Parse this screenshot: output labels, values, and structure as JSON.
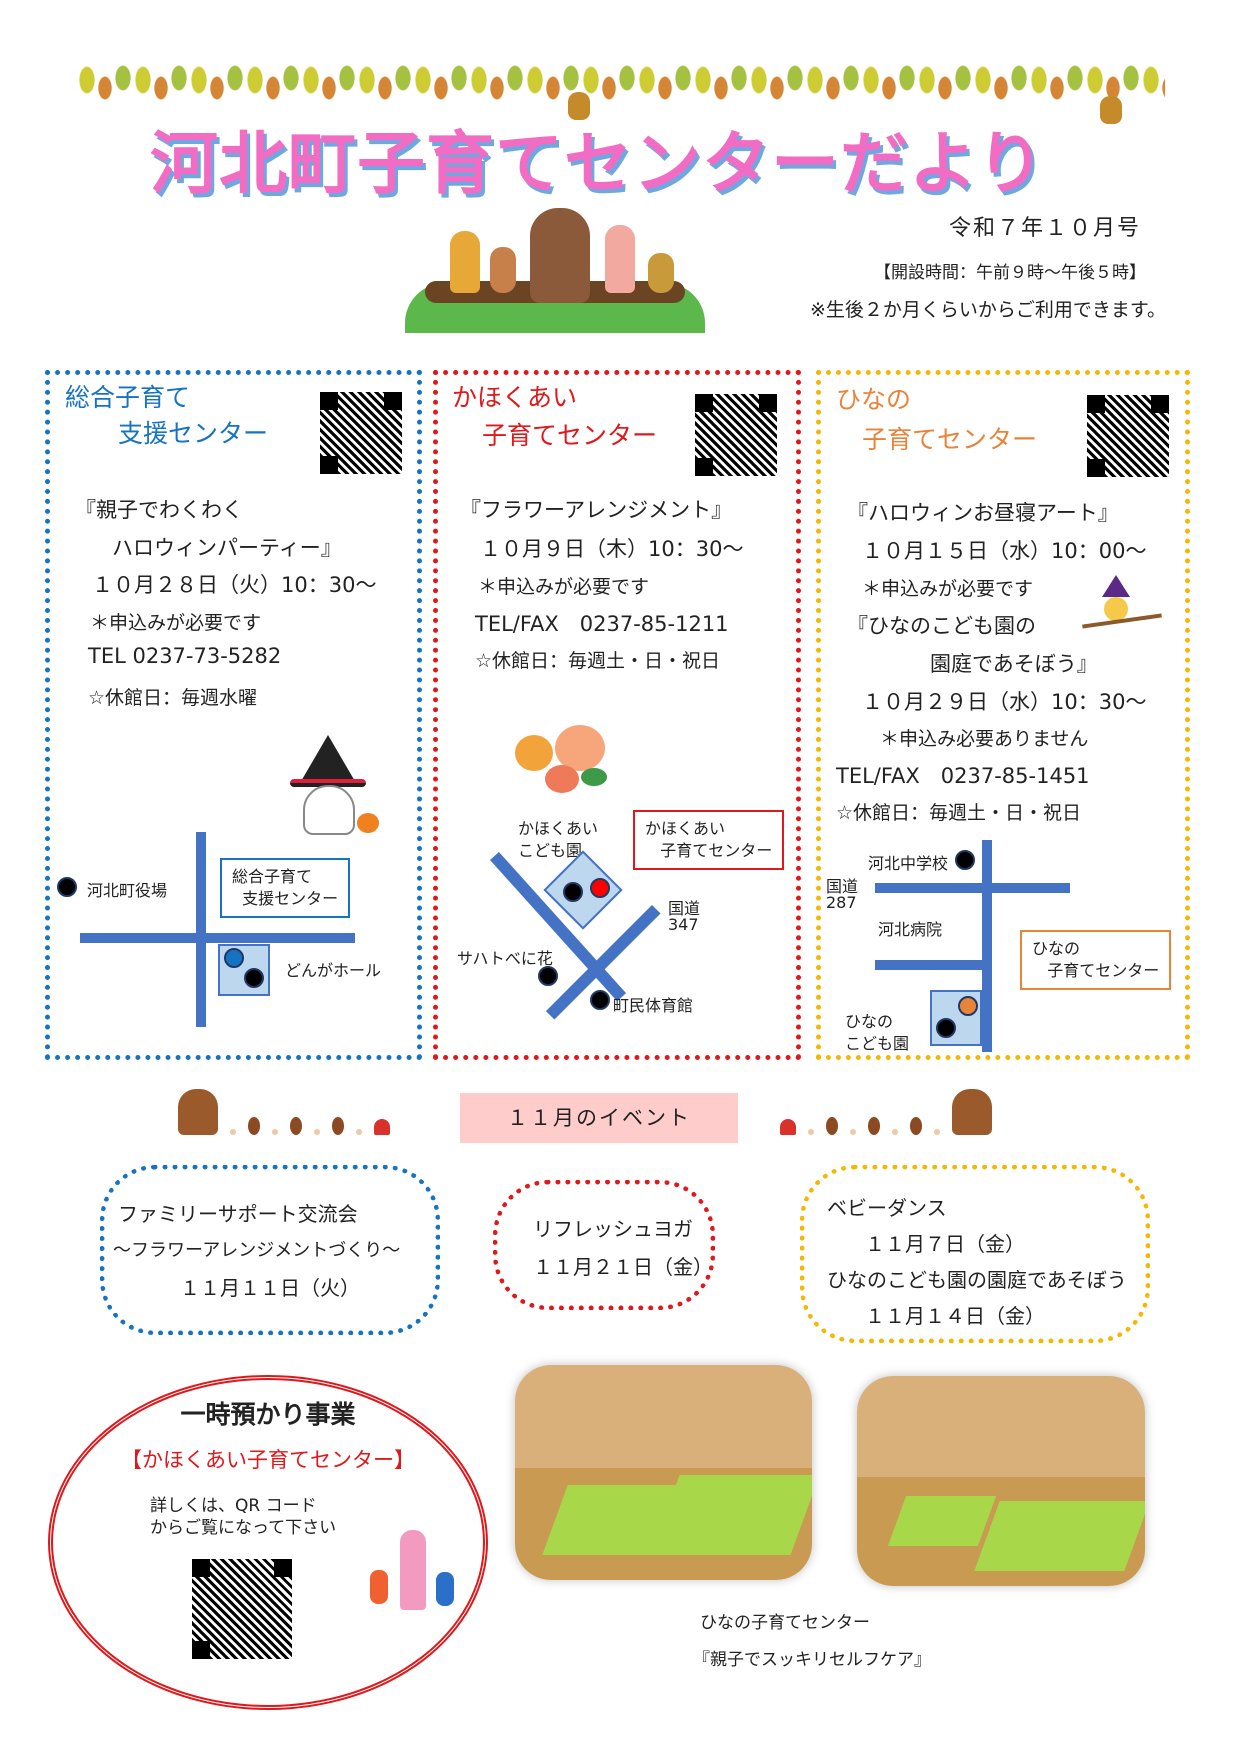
{
  "header": {
    "title": "河北町子育てセンターだより",
    "issue": "令和７年１０月号",
    "hours": "【開設時間：午前９時～午後５時】",
    "note": "※生後２か月くらいからご利用できます。"
  },
  "colors": {
    "blue": "#1673c2",
    "red": "#e0181b",
    "yellow": "#f5b800",
    "orange": "#e8843a",
    "title_pink": "#f26cc4",
    "event_tag_bg": "#ffcccc",
    "map_road": "#4472c4"
  },
  "centers": [
    {
      "title_line1": "総合子育て",
      "title_line2": "支援センター",
      "event_line1": "『親子でわくわく",
      "event_line2": "ハロウィンパーティー』",
      "date": "１０月２８日（火）10：30～",
      "reservation": "＊申込みが必要です",
      "tel": "TEL 0237-73-5282",
      "closed": "☆休館日：毎週水曜",
      "map": {
        "landmark1": "河北町役場",
        "callout": "総合子育て\n  支援センター",
        "landmark2": "どんがホール"
      }
    },
    {
      "title_line1": "かほくあい",
      "title_line2": "子育てセンター",
      "event_line1": "『フラワーアレンジメント』",
      "date": "１０月９日（木）10：30～",
      "reservation": "＊申込みが必要です",
      "tel": "TEL/FAX　0237-85-1211",
      "closed": "☆休館日：毎週土・日・祝日",
      "map": {
        "landmark1_line1": "かほくあい",
        "landmark1_line2": "こども園",
        "callout": "かほくあい\n   子育てセンター",
        "route_line1": "国道",
        "route_line2": "347",
        "landmark2": "サハトべに花",
        "landmark3": "町民体育館"
      }
    },
    {
      "title_line1": "ひなの",
      "title_line2": "子育てセンター",
      "event1_title": "『ハロウィンお昼寝アート』",
      "event1_date": "１０月１５日（水）10：00～",
      "event1_reservation": "＊申込みが必要です",
      "event2_line1": "『ひなのこども園の",
      "event2_line2": "園庭であそぼう』",
      "event2_date": "１０月２９日（水）10：30～",
      "event2_reservation": "＊申込み必要ありません",
      "tel": "TEL/FAX　0237-85-1451",
      "closed": "☆休館日：毎週土・日・祝日",
      "map": {
        "landmark1": "河北中学校",
        "route_line1": "国道",
        "route_line2": "287",
        "landmark2": "河北病院",
        "callout": "ひなの\n   子育てセンター",
        "landmark3_line1": "ひなの",
        "landmark3_line2": "こども園"
      }
    }
  ],
  "november": {
    "tag": "１１月のイベント",
    "events": [
      {
        "line1": "ファミリーサポート交流会",
        "line2": "～フラワーアレンジメントづくり～",
        "line3": "１１月１１日（火）"
      },
      {
        "line1": "リフレッシュヨガ",
        "line2": "１１月２１日（金）"
      },
      {
        "line1": "ベビーダンス",
        "line2": "１１月７日（金）",
        "line3": "ひなのこども園の園庭であそぼう",
        "line4": "１１月１４日（金）"
      }
    ]
  },
  "temporary_care": {
    "title": "一時預かり事業",
    "subtitle": "【かほくあい子育てセンター】",
    "desc_line1": "詳しくは、QR コード",
    "desc_line2": "からご覧になって下さい"
  },
  "photos": {
    "caption_line1": "ひなの子育てセンター",
    "caption_line2": "『親子でスッキリセルフケア』"
  }
}
